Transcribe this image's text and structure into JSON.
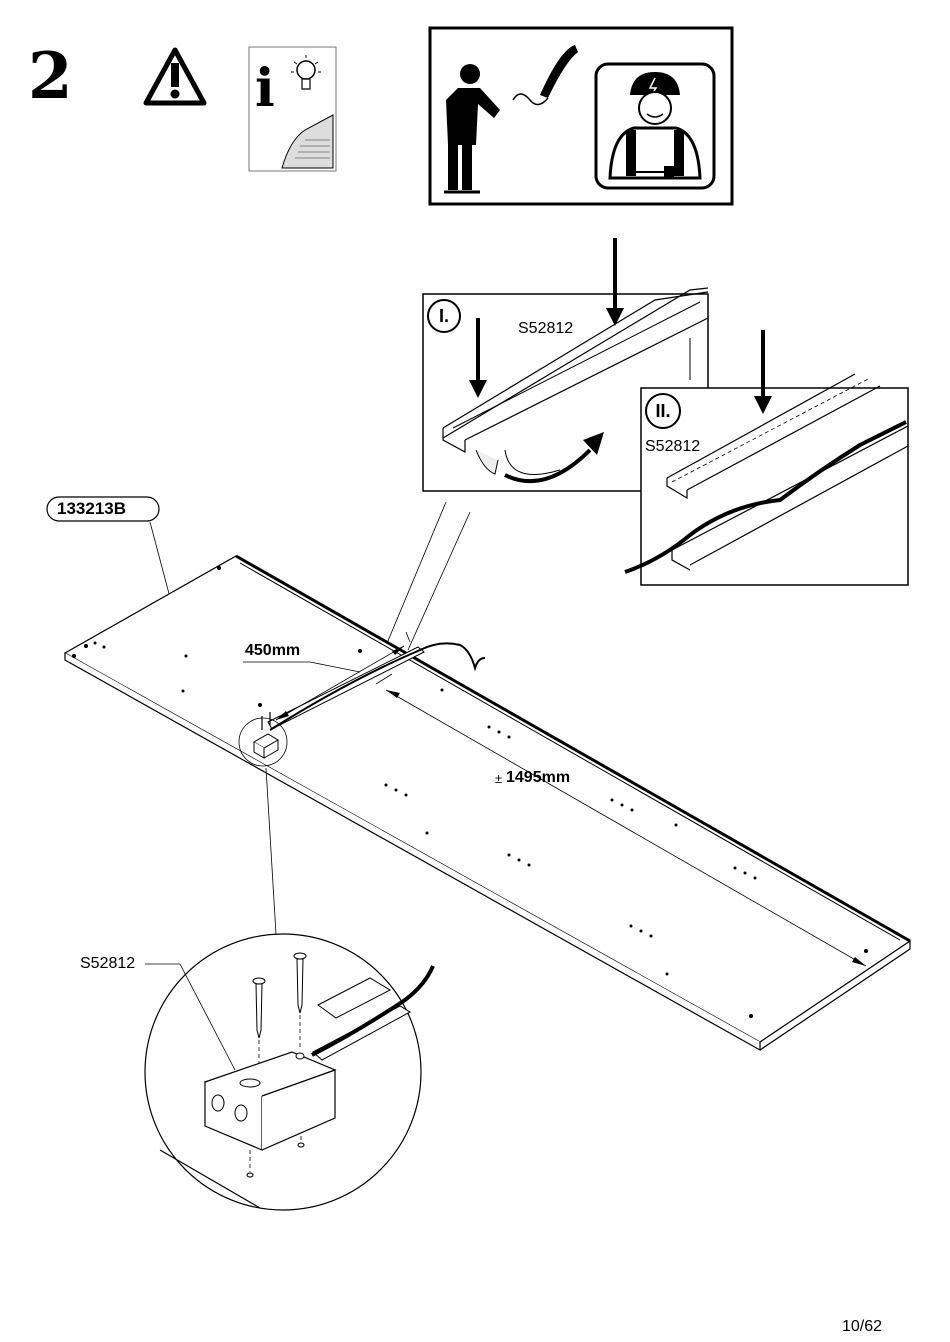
{
  "step": {
    "number": "2"
  },
  "icons": {
    "warning": "warning-triangle-icon",
    "info_sheet": "info-sheet-icon",
    "info_letter": "i",
    "electrician_panel": "call-electrician-icon"
  },
  "callouts": {
    "panel_part_code": "133213B",
    "profile_code_detail_1": "S52812",
    "profile_code_detail_2": "S52812",
    "profile_code_zoom": "S52812",
    "detail_1_marker": "I.",
    "detail_2_marker": "II."
  },
  "dimensions": {
    "offset": "450mm",
    "length_prefix": "±",
    "length": "1495mm"
  },
  "footer": {
    "page": "10/62"
  }
}
